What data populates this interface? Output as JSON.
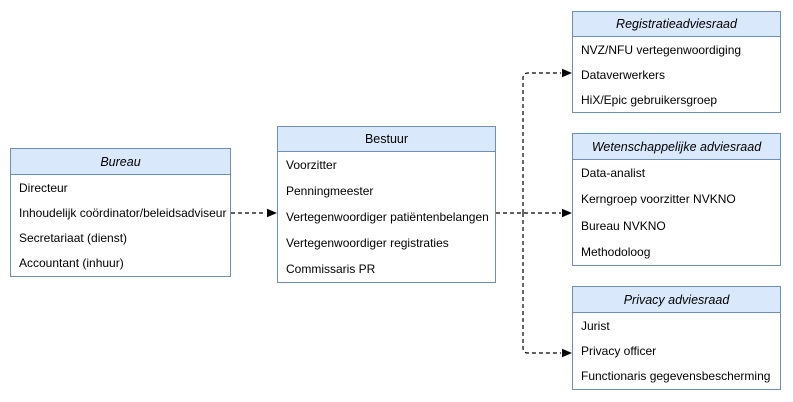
{
  "diagram": {
    "colors": {
      "header_fill": "#dae8fc",
      "box_border": "#6c8ebf",
      "connector": "#000000",
      "text": "#000000",
      "background": "#ffffff"
    },
    "boxes": [
      {
        "id": "bureau",
        "title": "Bureau",
        "title_style": "italic",
        "items": [
          "Directeur",
          "Inhoudelijk coördinator/beleidsadviseur",
          "Secretariaat (dienst)",
          "Accountant (inhuur)"
        ]
      },
      {
        "id": "bestuur",
        "title": "Bestuur",
        "title_style": "normal",
        "items": [
          "Voorzitter",
          "Penningmeester",
          "Vertegenwoordiger patiëntenbelangen",
          "Vertegenwoordiger registraties",
          "Commissaris PR"
        ]
      },
      {
        "id": "registratieadviesraad",
        "title": "Registratieadviesraad",
        "title_style": "italic",
        "items": [
          "NVZ/NFU vertegenwoordiging",
          "Dataverwerkers",
          "HiX/Epic gebruikersgroep"
        ]
      },
      {
        "id": "wetenschappelijke-adviesraad",
        "title": "Wetenschappelijke adviesraad",
        "title_style": "italic",
        "items": [
          "Data-analist",
          "Kerngroep voorzitter NVKNO",
          "Bureau NVKNO",
          "Methodoloog"
        ]
      },
      {
        "id": "privacy-adviesraad",
        "title": "Privacy adviesraad",
        "title_style": "italic",
        "items": [
          "Jurist",
          "Privacy officer",
          "Functionaris gegevensbescherming"
        ]
      }
    ],
    "connections": [
      {
        "from": "bureau",
        "to": "bestuur",
        "style": "dashed-arrow"
      },
      {
        "from": "bestuur",
        "to": "registratieadviesraad",
        "style": "dashed-arrow"
      },
      {
        "from": "bestuur",
        "to": "wetenschappelijke-adviesraad",
        "style": "dashed-arrow"
      },
      {
        "from": "bestuur",
        "to": "privacy-adviesraad",
        "style": "dashed-arrow"
      }
    ]
  }
}
